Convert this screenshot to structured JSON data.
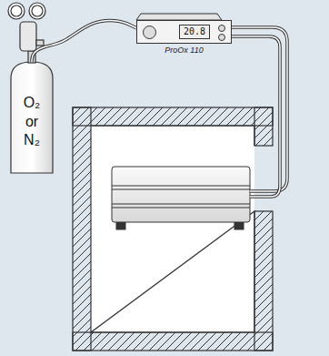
{
  "diagram": {
    "nodes": [
      {
        "text": [
          "O₂ or N₂"
        ]
      },
      {
        "text": [
          "20.8",
          "ProOx 110"
        ]
      }
    ],
    "edges": [
      {
        "from": 0,
        "to": 1,
        "arrow": "none"
      }
    ]
  }
}
